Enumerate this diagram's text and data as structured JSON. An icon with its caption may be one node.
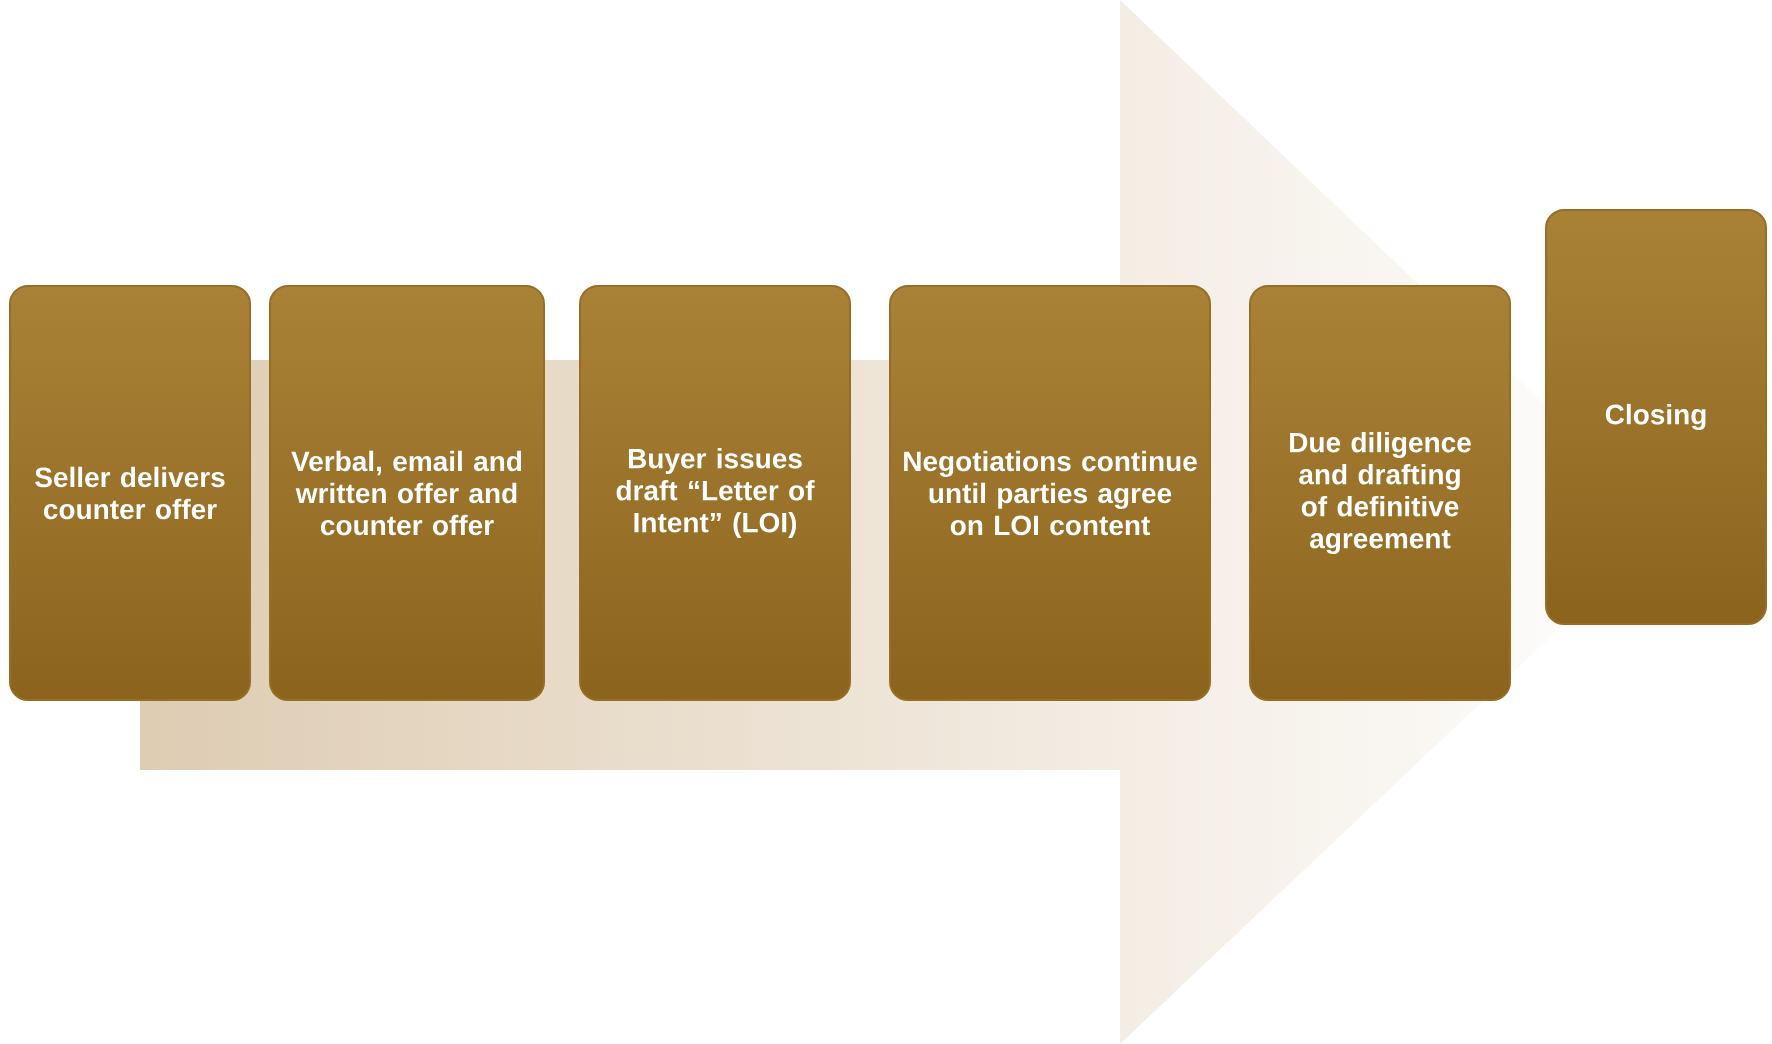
{
  "diagram": {
    "nodes": [
      {
        "text": [
          "Seller delivers counter offer"
        ]
      },
      {
        "text": [
          "Verbal, email and written offer and counter offer"
        ]
      },
      {
        "text": [
          "Buyer issues draft “Letter of Intent” (LOI)"
        ]
      },
      {
        "text": [
          "Negotiations continue until parties agree on LOI content"
        ]
      },
      {
        "text": [
          "Due diligence and drafting of definitive agreement"
        ]
      },
      {
        "text": [
          "Closing"
        ]
      }
    ]
  }
}
